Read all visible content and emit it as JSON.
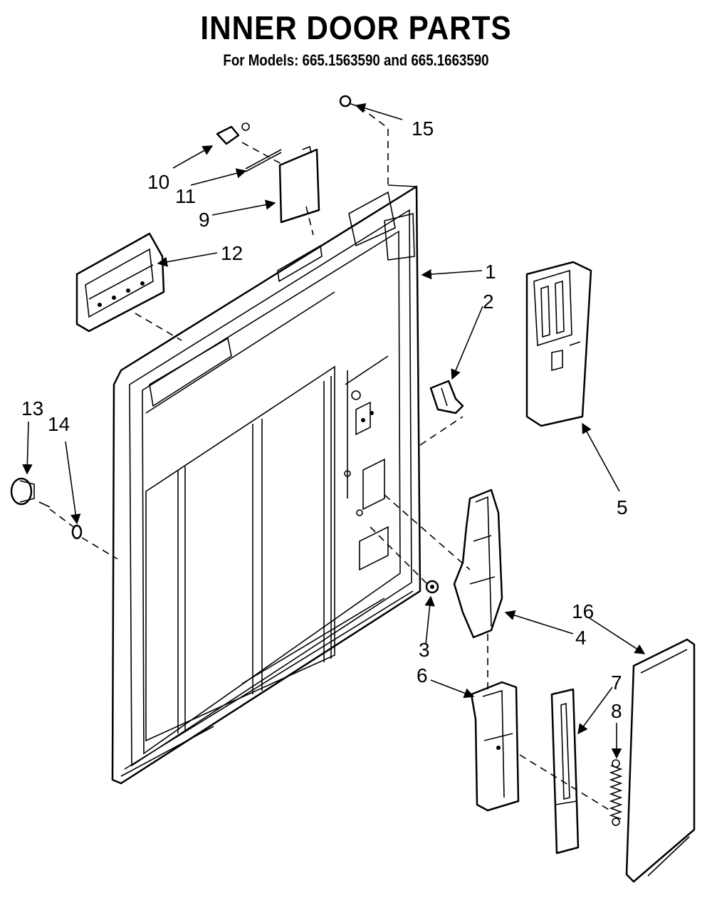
{
  "title": "INNER DOOR PARTS",
  "subtitle": "For Models: 665.1563590 and 665.1663590",
  "callouts": {
    "c1": "1",
    "c2": "2",
    "c3": "3",
    "c4": "4",
    "c5": "5",
    "c6": "6",
    "c7": "7",
    "c8": "8",
    "c9": "9",
    "c10": "10",
    "c11": "11",
    "c12": "12",
    "c13": "13",
    "c14": "14",
    "c15": "15",
    "c16": "16"
  }
}
